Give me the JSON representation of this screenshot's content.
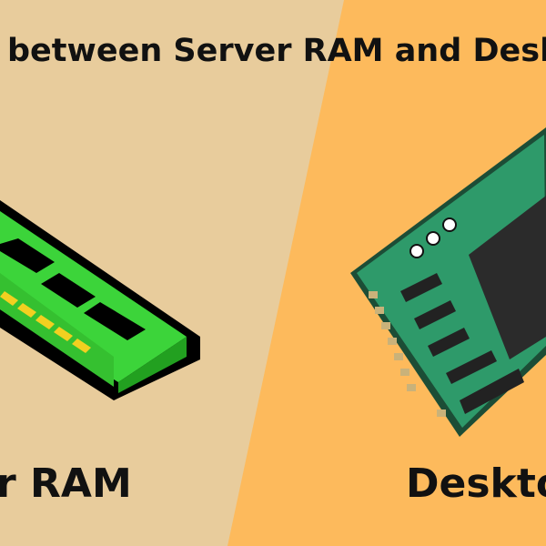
{
  "title": "between Server RAM and Desk",
  "labels": {
    "left": "r RAM",
    "right": "Deskto"
  },
  "colors": {
    "left_bg": "#e8cc9c",
    "right_bg": "#fdba5c",
    "server_ram": "#45d43a",
    "pcb": "#2e9a6a"
  }
}
